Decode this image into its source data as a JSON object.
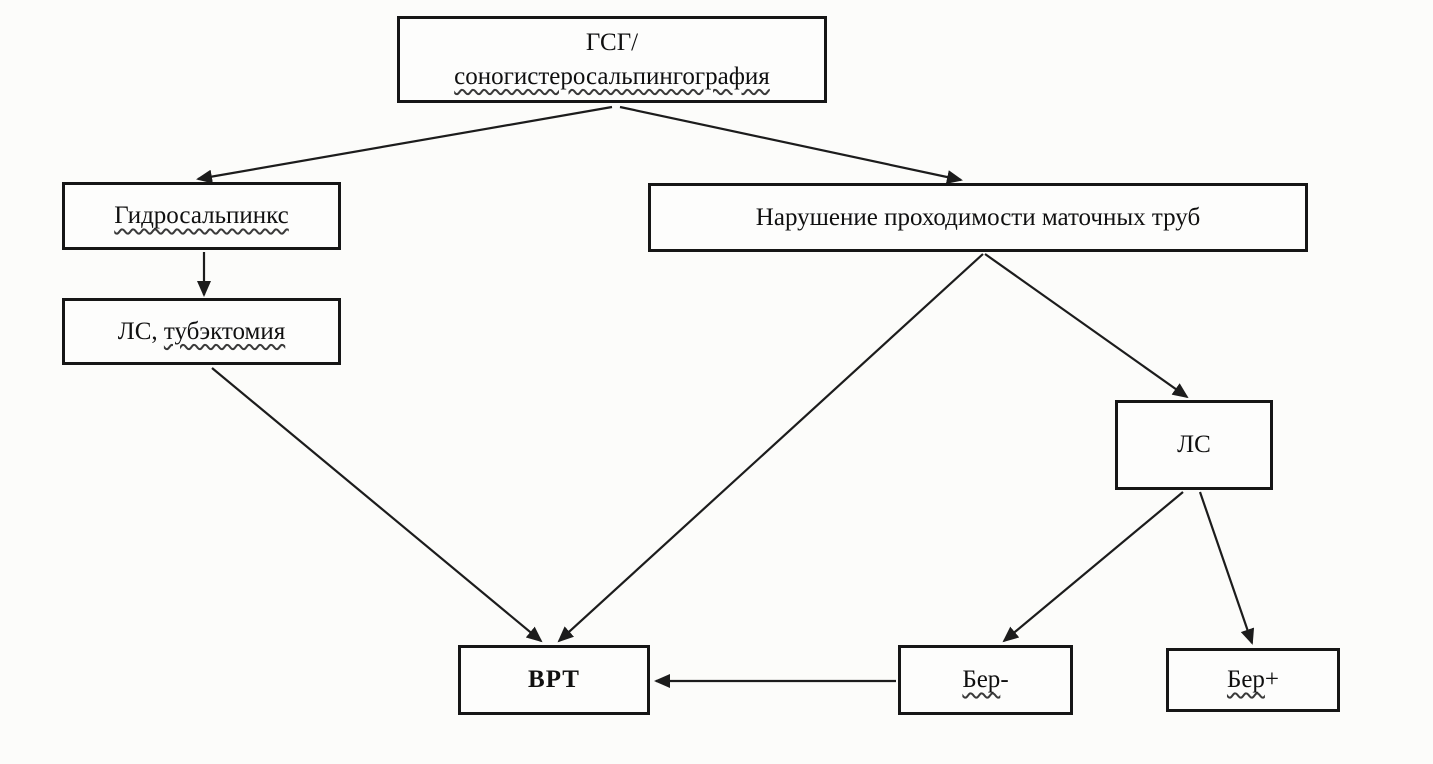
{
  "diagram": {
    "type": "flowchart",
    "language": "ru",
    "colors": {
      "background": "#fcfcfa",
      "box_border": "#161616",
      "line": "#1c1c1c",
      "text": "#101010",
      "wavy_underline": "#3a3a3a"
    },
    "nodes": {
      "hsg": {
        "line1": "ГСГ/",
        "line2": "соногистеросальпингография"
      },
      "hydrosalpinx": {
        "label": "Гидросальпинкс"
      },
      "ls_tubectomy": {
        "prefix": "ЛС, ",
        "underlined": "тубэктомия"
      },
      "tubal_obstruction": {
        "label": "Нарушение проходимости маточных труб"
      },
      "ls": {
        "label": "ЛС"
      },
      "vrt": {
        "label": "ВРТ"
      },
      "ber_minus": {
        "underlined": "Бер",
        "suffix": "-"
      },
      "ber_plus": {
        "underlined": "Бер",
        "suffix": "+"
      }
    },
    "edges": [
      {
        "from": "ГСГ/соногистеросальпингография",
        "to": "Гидросальпинкс"
      },
      {
        "from": "ГСГ/соногистеросальпингография",
        "to": "Нарушение проходимости маточных труб"
      },
      {
        "from": "Гидросальпинкс",
        "to": "ЛС, тубэктомия"
      },
      {
        "from": "ЛС, тубэктомия",
        "to": "ВРТ"
      },
      {
        "from": "Нарушение проходимости маточных труб",
        "to": "ВРТ"
      },
      {
        "from": "Нарушение проходимости маточных труб",
        "to": "ЛС"
      },
      {
        "from": "ЛС",
        "to": "Бер-"
      },
      {
        "from": "ЛС",
        "to": "Бер+"
      },
      {
        "from": "Бер-",
        "to": "ВРТ"
      }
    ]
  }
}
